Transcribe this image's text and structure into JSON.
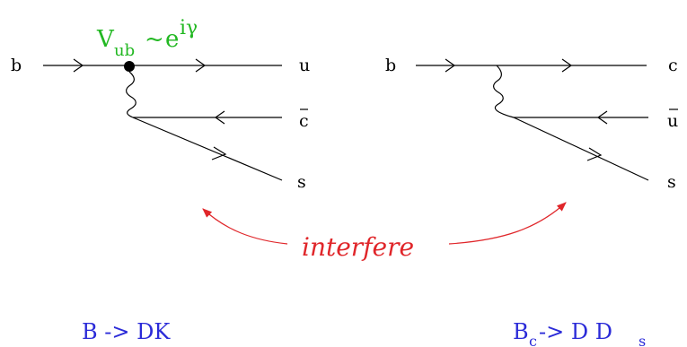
{
  "diagram_left": {
    "incoming": "b",
    "out_top": "u",
    "out_mid_base": "c",
    "out_bottom": "s",
    "coupling": {
      "v": "V",
      "sub": "ub",
      "tilde": "~",
      "e": "e",
      "sup": "iγ"
    },
    "caption": "B -> DK"
  },
  "diagram_right": {
    "incoming": "b",
    "out_top": "c",
    "out_mid_base": "u",
    "out_bottom": "s",
    "caption": {
      "b": "B",
      "sub_c": "c",
      "arrow": "-> D D",
      "sub_s": "s"
    }
  },
  "interfere_label": "interfere",
  "colors": {
    "green": "#22b822",
    "red": "#e0262a",
    "blue": "#2b2bd8",
    "black": "#000000"
  }
}
